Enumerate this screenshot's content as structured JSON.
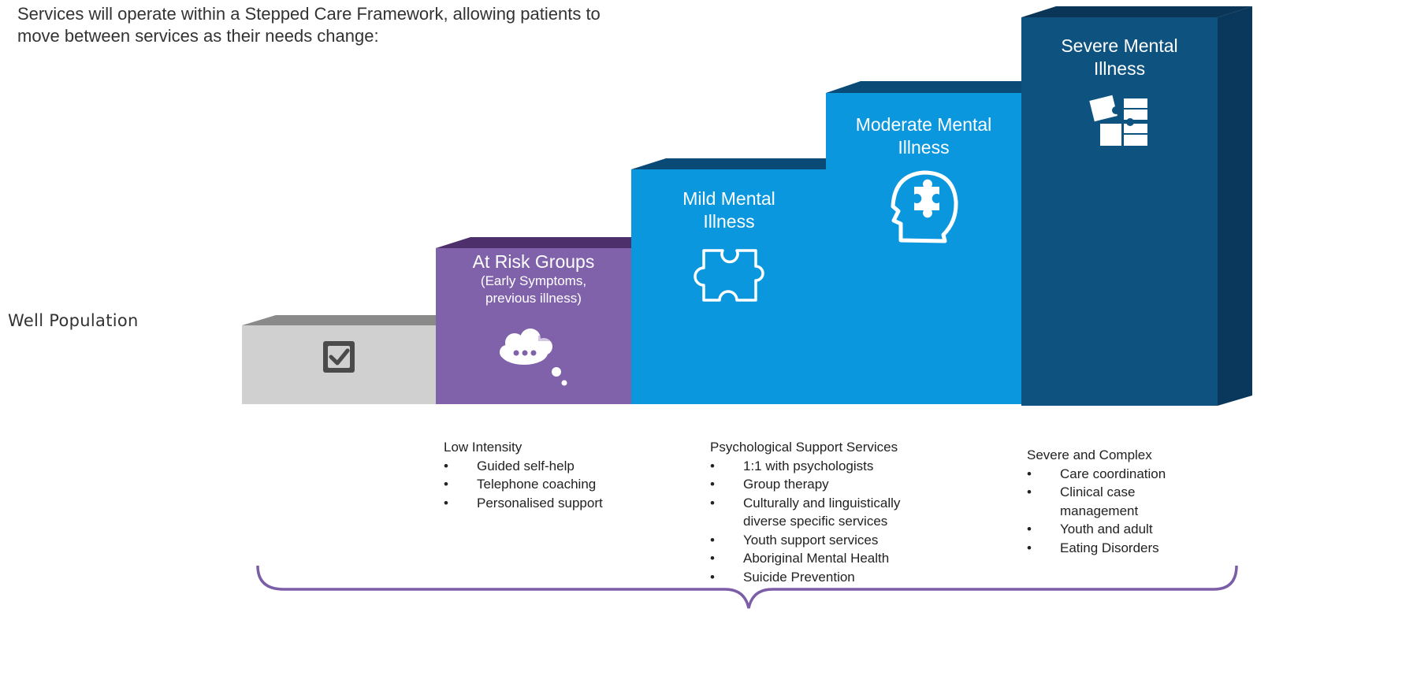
{
  "intro_text": "Services will operate within a Stepped Care Framework, allowing patients to move between services as their needs change:",
  "well_population_label": "Well Population",
  "steps": [
    {
      "id": "well",
      "title": "",
      "subtitle": "",
      "icon": "checkbox-icon",
      "front_color": "#d0d0d0",
      "top_color": "#8a8a8a"
    },
    {
      "id": "at_risk",
      "title": "At Risk Groups",
      "subtitle": "(Early Symptoms, previous illness)",
      "icon": "thought-bubble-icon",
      "front_color": "#8062aa",
      "top_color": "#4c2f6b"
    },
    {
      "id": "mild",
      "title": "Mild Mental Illness",
      "subtitle": "",
      "icon": "puzzle-piece-icon",
      "front_color": "#0b97dd",
      "top_color": "#0a4a76"
    },
    {
      "id": "moderate",
      "title": "Moderate Mental Illness",
      "subtitle": "",
      "icon": "head-puzzle-icon",
      "front_color": "#0b97dd",
      "top_color": "#0a4a76"
    },
    {
      "id": "severe",
      "title": "Severe Mental Illness",
      "subtitle": "",
      "icon": "puzzle-pieces-icon",
      "front_color": "#0e527f",
      "top_color": "#0a3557"
    }
  ],
  "services": {
    "low_intensity": {
      "heading": "Low Intensity",
      "items": [
        "Guided self-help",
        "Telephone coaching",
        "Personalised support"
      ]
    },
    "psychological": {
      "heading": "Psychological Support Services",
      "items": [
        "1:1 with psychologists",
        "Group therapy",
        "Culturally and linguistically diverse specific services",
        "Youth support services",
        "Aboriginal Mental Health",
        "Suicide Prevention"
      ]
    },
    "severe": {
      "heading": "Severe and Complex",
      "items": [
        "Care coordination",
        "Clinical case management",
        "Youth and adult",
        "Eating Disorders"
      ]
    }
  },
  "brace_color": "#7b5ea7"
}
